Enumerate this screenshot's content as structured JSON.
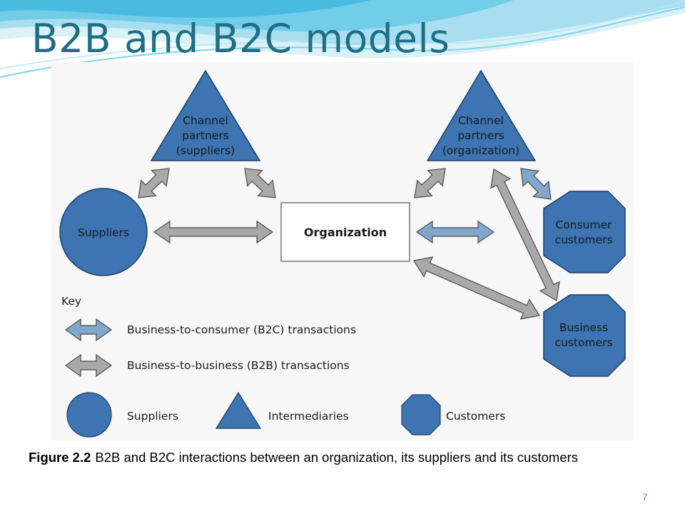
{
  "slide": {
    "title": "B2B and B2C models",
    "page_number": "7"
  },
  "diagram": {
    "nodes": {
      "channel_suppliers": [
        "Channel",
        "partners",
        "(suppliers)"
      ],
      "channel_organization": [
        "Channel",
        "partners",
        "(organization)"
      ],
      "suppliers": "Suppliers",
      "organization": "Organization",
      "consumer_customers": [
        "Consumer",
        "customers"
      ],
      "business_customers": [
        "Business",
        "customers"
      ]
    },
    "key": {
      "title": "Key",
      "b2c": "Business-to-consumer (B2C) transactions",
      "b2b": "Business-to-business (B2B) transactions",
      "suppliers": "Suppliers",
      "intermediaries": "Intermediaries",
      "customers": "Customers"
    },
    "colors": {
      "shape_fill": "#3d74b1",
      "b2c_arrow": "#82a7cc",
      "b2b_arrow": "#a9a9a9",
      "title": "#1f6e84"
    }
  },
  "caption": {
    "label": "Figure 2.2",
    "text": "B2B and B2C interactions between an organization, its suppliers and its customers"
  }
}
